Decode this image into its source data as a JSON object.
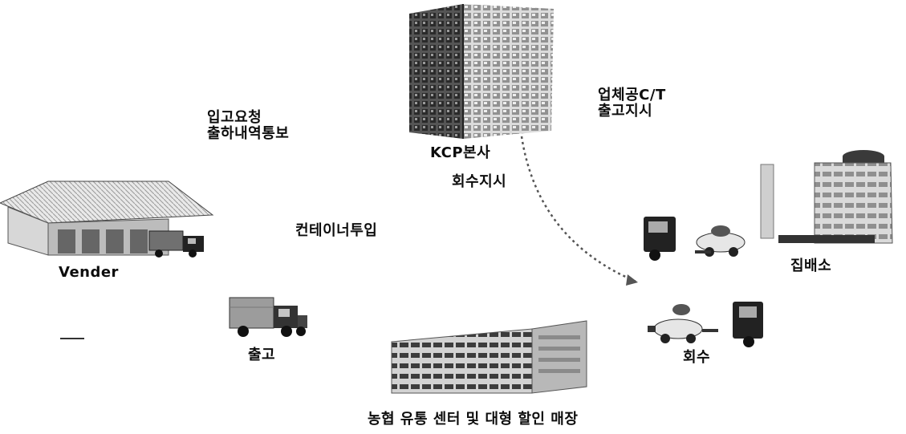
{
  "nodes": {
    "headquarters": {
      "label": "KCP본사"
    },
    "vendor": {
      "label": "Vender"
    },
    "collection_center": {
      "label": "집배소"
    },
    "retail_center": {
      "label": "농협 유통 센터 및 대형 할인 매장"
    },
    "shipping_truck": {
      "label": "출고"
    },
    "collection_truck": {
      "label": "회수"
    }
  },
  "annotations": {
    "inbound_request": {
      "line1": "입고요청",
      "line2": "출하내역통보"
    },
    "vendor_ct_release": {
      "line1": "업체공C/T",
      "line2": "출고지시"
    },
    "collection_order": {
      "label": "회수지시"
    },
    "container_input": {
      "label": "컨테이너투입"
    }
  }
}
